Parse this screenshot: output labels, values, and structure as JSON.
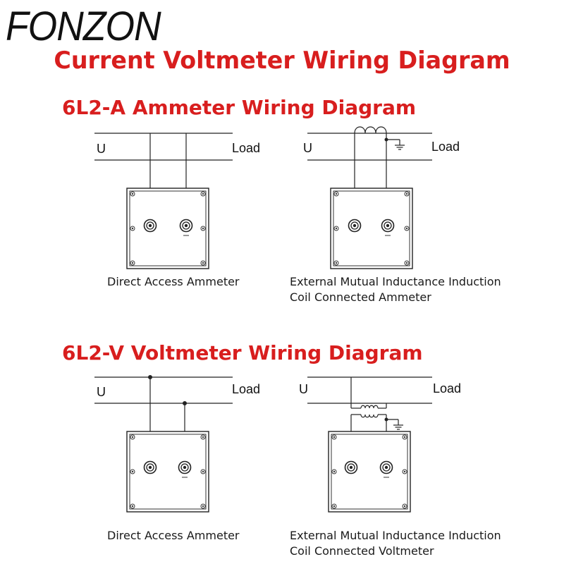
{
  "brand": "FONZON",
  "title": "Current Voltmeter Wiring Diagram",
  "sections": [
    {
      "title": "6L2-A Ammeter Wiring Diagram",
      "diagrams": [
        {
          "source_label": "U",
          "load_label": "Load",
          "caption": [
            "Direct Access Ammeter"
          ]
        },
        {
          "source_label": "U",
          "load_label": "Load",
          "caption": [
            "External Mutual Inductance Induction",
            "Coil Connected Ammeter"
          ]
        }
      ]
    },
    {
      "title": "6L2-V Voltmeter Wiring Diagram",
      "diagrams": [
        {
          "source_label": "U",
          "load_label": "Load",
          "caption": [
            "Direct Access Ammeter"
          ]
        },
        {
          "source_label": "U",
          "load_label": "Load",
          "caption": [
            "External Mutual Inductance Induction",
            "Coil Connected Voltmeter"
          ]
        }
      ]
    }
  ],
  "icons": [
    "terminal-icon",
    "ground-icon",
    "coil-icon",
    "screw-icon"
  ]
}
